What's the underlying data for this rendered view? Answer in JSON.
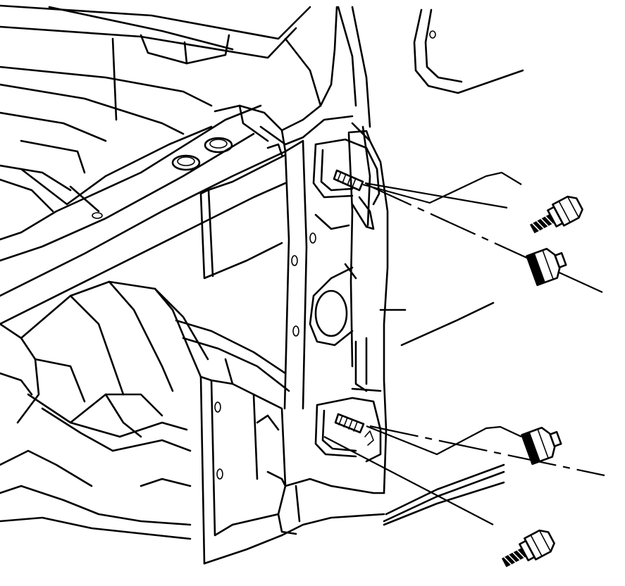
{
  "diagram": {
    "kind": "exploded-view line drawing",
    "colors": {
      "line": "#000000",
      "background": "#ffffff"
    },
    "parts": [
      {
        "id": "upper-bolt",
        "icon": "hex-bolt-icon"
      },
      {
        "id": "upper-nut",
        "icon": "hex-nut-icon"
      },
      {
        "id": "lower-nut",
        "icon": "hex-nut-icon"
      },
      {
        "id": "lower-bolt",
        "icon": "hex-bolt-icon"
      }
    ]
  }
}
